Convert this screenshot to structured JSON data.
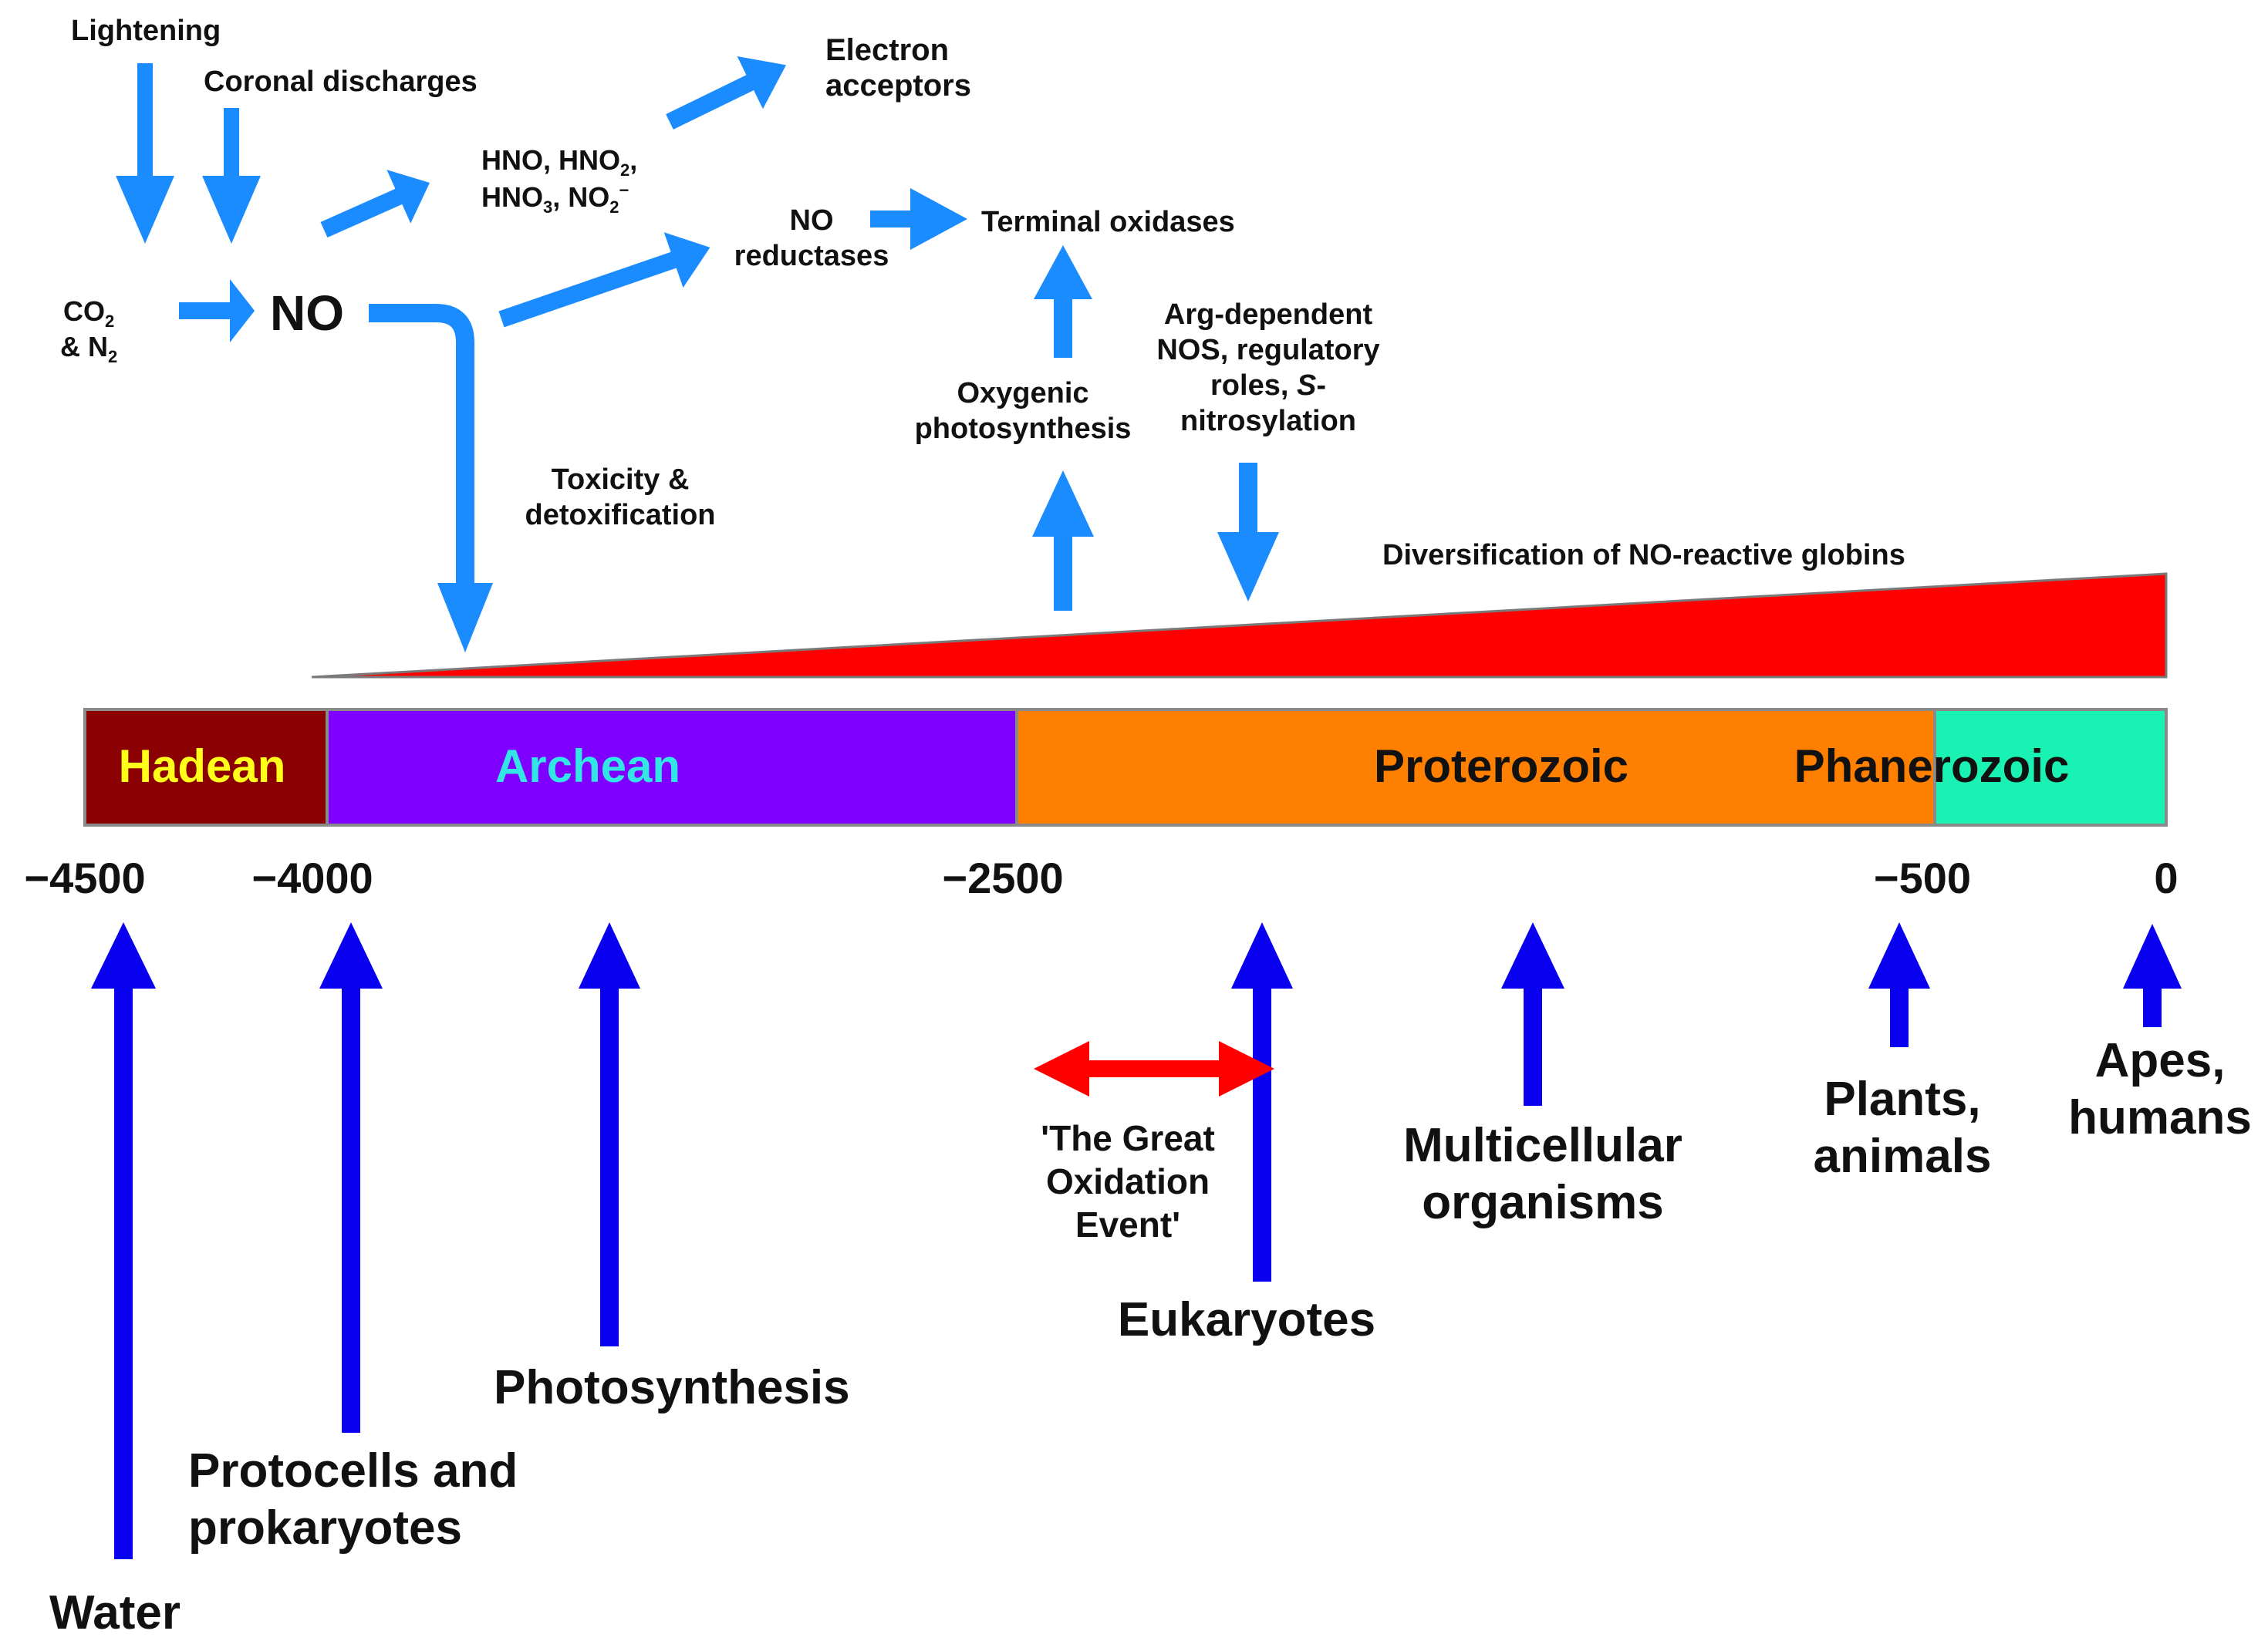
{
  "colors": {
    "light_arrow": "#1a8cff",
    "dark_arrow": "#0a00f0",
    "red": "#ff0000",
    "hadean_fill": "#8b0000",
    "hadean_text": "#ffff1a",
    "archean_fill": "#8000ff",
    "archean_text": "#33e6e6",
    "proterozoic_fill": "#ff8000",
    "phanerozoic_fill": "#1af2b3",
    "text": "#111111"
  },
  "sources": {
    "lightening": "Lightening",
    "coronal": "Coronal discharges",
    "co2": "CO",
    "co2_sub": "2",
    "n2_prefix": "& N",
    "n2_sub": "2",
    "no": "NO"
  },
  "products": {
    "hno_line1_a": "HNO, HNO",
    "hno_line1_sub": "2",
    "hno_line1_b": ",",
    "hno_line2_a": "HNO",
    "hno_line2_sub": "3",
    "hno_line2_b": ", NO",
    "hno_line2_sub2": "2",
    "hno_line2_sup": "−",
    "electron_line1": "Electron",
    "electron_line2": "acceptors",
    "no_red_line1": "NO",
    "no_red_line2": "reductases",
    "terminal": "Terminal oxidases",
    "oxygenic_line1": "Oxygenic",
    "oxygenic_line2": "photosynthesis",
    "arg_line1": "Arg-dependent",
    "arg_line2": "NOS, regulatory",
    "arg_line3": "roles,",
    "arg_line3_italic": "S",
    "arg_line3_end": "-",
    "arg_line4": "nitrosylation",
    "toxicity_line1": "Toxicity &",
    "toxicity_line2": "detoxification",
    "globins": "Diversification of NO-reactive globins"
  },
  "eons": [
    {
      "name": "Hadean",
      "start": -4500,
      "end": -4000
    },
    {
      "name": "Archean",
      "start": -4000,
      "end": -2500
    },
    {
      "name": "Proterozoic",
      "start": -2500,
      "end": -500
    },
    {
      "name": "Phanerozoic",
      "start": -500,
      "end": 0
    }
  ],
  "ticks": [
    "−4500",
    "−4000",
    "−2500",
    "−500",
    "0"
  ],
  "events": {
    "water": "Water",
    "protocells_line1": "Protocells and",
    "protocells_line2": "prokaryotes",
    "photosynthesis": "Photosynthesis",
    "goe_line1": "'The Great",
    "goe_line2": "Oxidation",
    "goe_line3": "Event'",
    "eukaryotes": "Eukaryotes",
    "multi_line1": "Multicellular",
    "multi_line2": "organisms",
    "plants_line1": "Plants,",
    "plants_line2": "animals",
    "apes_line1": "Apes,",
    "apes_line2": "humans"
  }
}
